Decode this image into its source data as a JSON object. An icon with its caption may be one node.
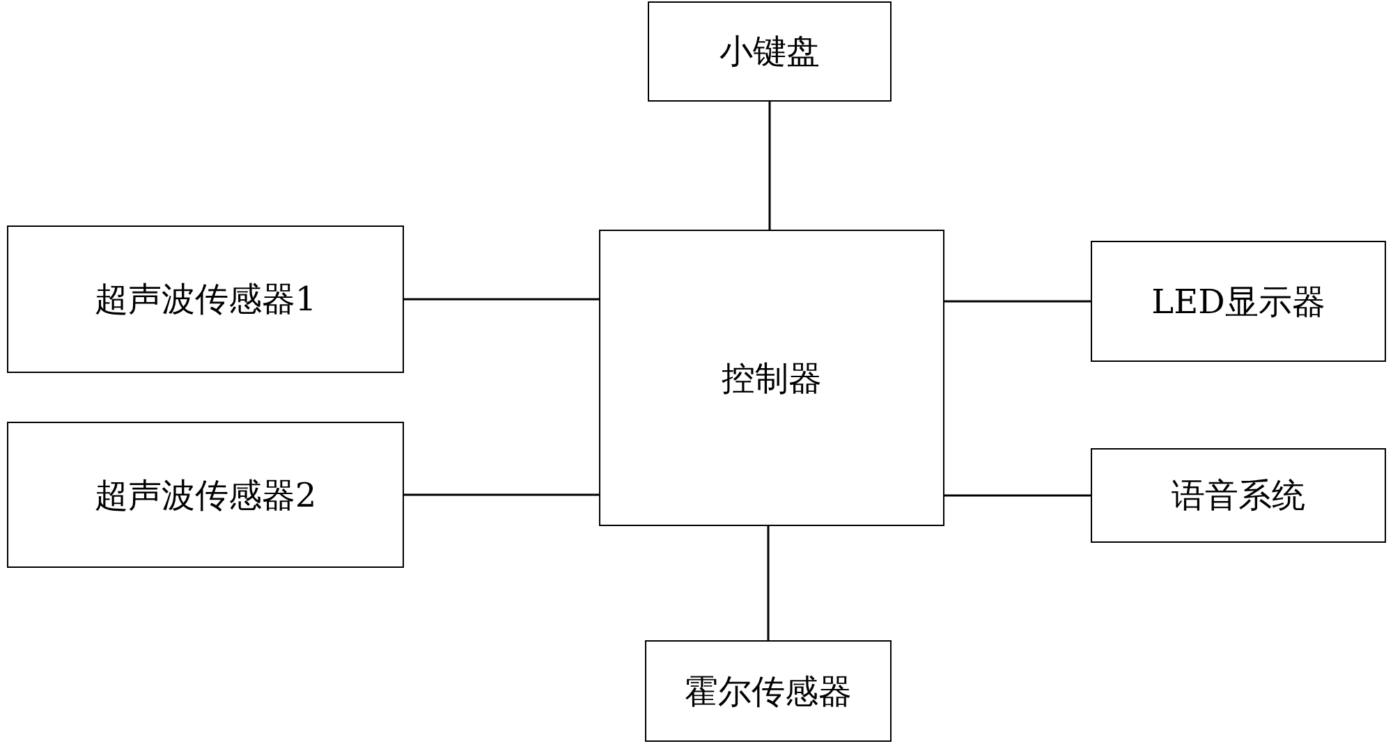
{
  "diagram": {
    "nodes": [
      {
        "text": [
          "小键盘"
        ]
      },
      {
        "text": [
          "超声波传感器1"
        ]
      },
      {
        "text": [
          "超声波传感器2"
        ]
      },
      {
        "text": [
          "控制器"
        ]
      },
      {
        "text": [
          "LED显示器"
        ]
      },
      {
        "text": [
          "语音系统"
        ]
      },
      {
        "text": [
          "霍尔传感器"
        ]
      }
    ],
    "edges": [
      {
        "from": 0,
        "to": 3,
        "arrow": "none"
      },
      {
        "from": 1,
        "to": 3,
        "arrow": "none"
      },
      {
        "from": 2,
        "to": 3,
        "arrow": "none"
      },
      {
        "from": 3,
        "to": 4,
        "arrow": "none"
      },
      {
        "from": 3,
        "to": 5,
        "arrow": "none"
      },
      {
        "from": 3,
        "to": 6,
        "arrow": "none"
      }
    ]
  }
}
